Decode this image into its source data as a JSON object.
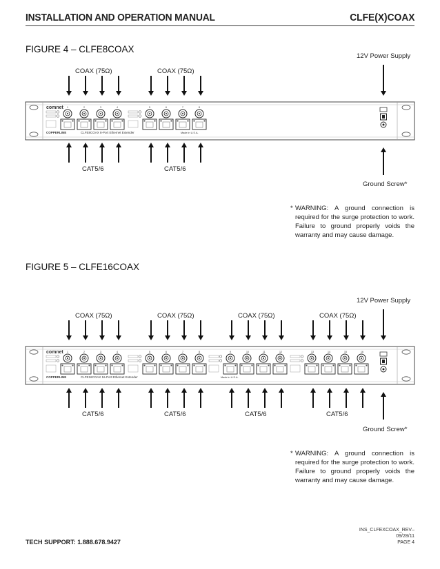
{
  "header": {
    "title": "INSTALLATION AND OPERATION MANUAL",
    "model": "CLFE(X)COAX"
  },
  "figure4": {
    "title": "FIGURE 4 – CLFE8COAX",
    "power_label": "12V Power Supply",
    "ground_label": "Ground Screw*",
    "coax_labels": [
      "COAX (75Ω)",
      "COAX (75Ω)"
    ],
    "cat_labels": [
      "CAT5/6",
      "CAT5/6"
    ],
    "device_brand": "comnet",
    "device_line": "COPPERLINE",
    "device_model": "CLFE8COAX",
    "device_desc": "8-Port Ethernet Extender",
    "device_made": "Made in U.S.A.",
    "port_numbers": [
      "1",
      "2",
      "3",
      "4",
      "5",
      "6",
      "7",
      "8"
    ],
    "warning": "WARNING: A ground connection is required for the surge protection to work. Failure to ground properly voids the warranty and may cause damage."
  },
  "figure5": {
    "title": "FIGURE 5 – CLFE16COAX",
    "power_label": "12V Power Supply",
    "ground_label": "Ground Screw*",
    "coax_labels": [
      "COAX (75Ω)",
      "COAX (75Ω)",
      "COAX (75Ω)",
      "COAX (75Ω)"
    ],
    "cat_labels": [
      "CAT5/6",
      "CAT5/6",
      "CAT5/6",
      "CAT5/6"
    ],
    "device_brand": "comnet",
    "device_line": "COPPERLINE",
    "device_model": "CLFE16COAX",
    "device_desc": "16-Port Ethernet Extender",
    "device_made": "Made in U.S.A.",
    "port_numbers": [
      "1",
      "2",
      "3",
      "4",
      "5",
      "6",
      "7",
      "8",
      "9",
      "10",
      "11",
      "12",
      "13",
      "14",
      "15",
      "16"
    ],
    "warning": "WARNING: A ground connection is required for the surge protection to work. Failure to ground properly voids the warranty and may cause damage."
  },
  "footer": {
    "support": "TECH SUPPORT: 1.888.678.9427",
    "doc_id": "INS_CLFEXCOAX_REV–",
    "date": "09/28/11",
    "page": "PAGE 4"
  },
  "warning_star": "*"
}
